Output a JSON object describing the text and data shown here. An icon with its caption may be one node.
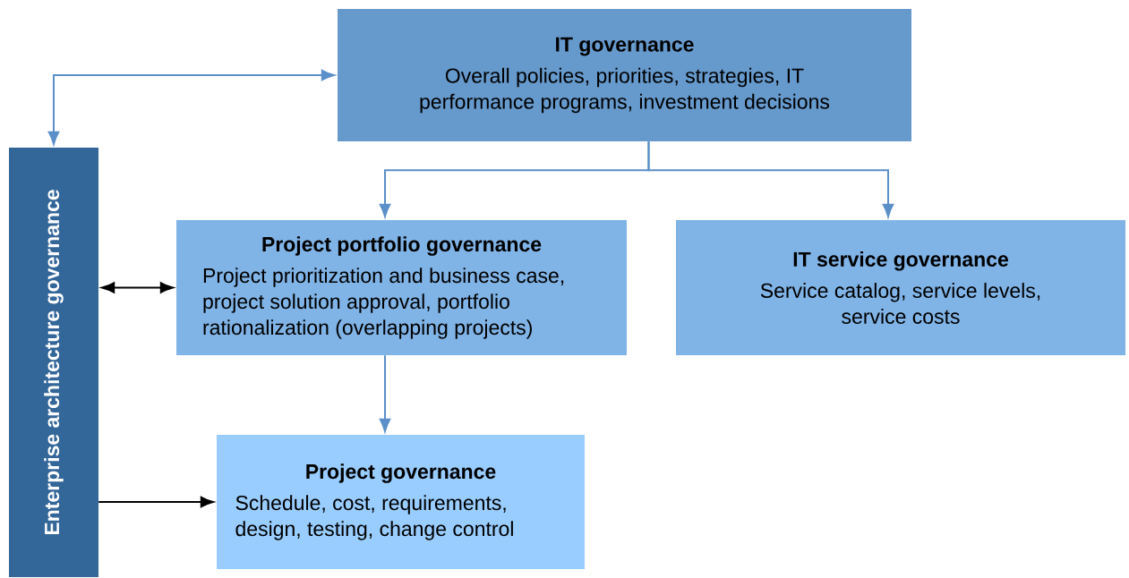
{
  "diagram": {
    "nodes": [
      {
        "text": [
          "IT governance",
          "Overall policies, priorities, strategies, IT performance programs, investment decisions"
        ]
      },
      {
        "text": [
          "Enterprise architecture governance"
        ]
      },
      {
        "text": [
          "Project portfolio governance",
          "Project prioritization and business case, project solution approval, portfolio rationalization (overlapping projects)"
        ]
      },
      {
        "text": [
          "IT service governance",
          "Service catalog, service levels, service costs"
        ]
      },
      {
        "text": [
          "Project governance",
          "Schedule, cost, requirements, design, testing, change control"
        ]
      }
    ],
    "edges": [
      {
        "from": 1,
        "to": 0,
        "arrow": "both"
      },
      {
        "from": 0,
        "to": 2,
        "arrow": "to"
      },
      {
        "from": 0,
        "to": 3,
        "arrow": "to"
      },
      {
        "from": 1,
        "to": 2,
        "arrow": "both",
        "color": "#000000"
      },
      {
        "from": 2,
        "to": 4,
        "arrow": "to"
      },
      {
        "from": 1,
        "to": 4,
        "arrow": "to",
        "color": "#000000"
      }
    ]
  }
}
